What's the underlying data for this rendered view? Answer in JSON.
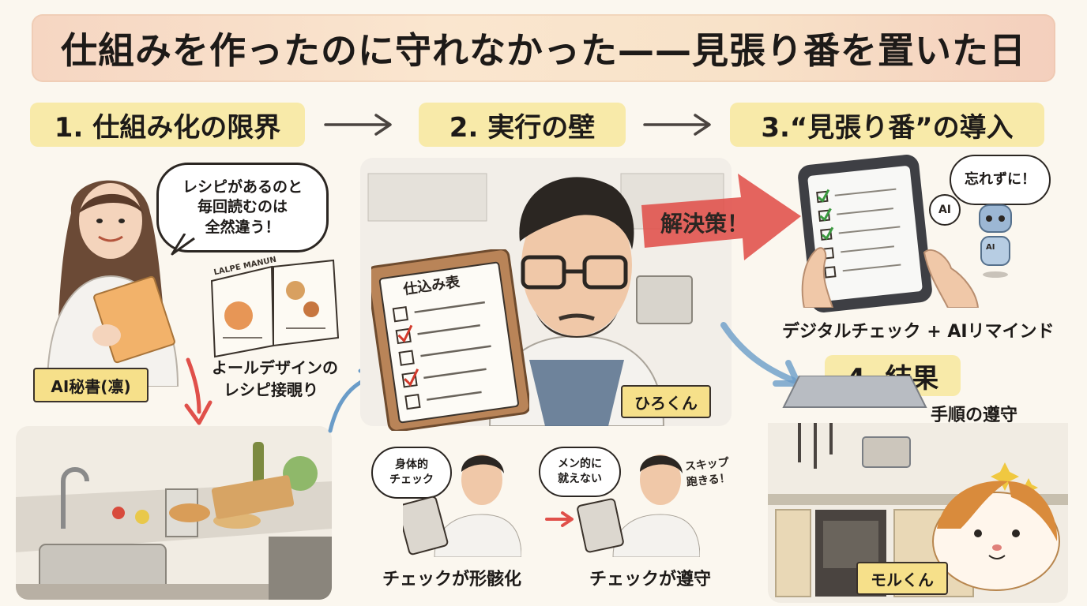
{
  "title": "仕組みを作ったのに守れなかった——見張り番を置いた日",
  "steps": [
    {
      "label": "1. 仕組み化の限界"
    },
    {
      "label": "2. 実行の壁"
    },
    {
      "label": "3.“見張り番”の導入"
    },
    {
      "label": "4. 結果"
    }
  ],
  "panel1": {
    "speech_lines": [
      "レシピがあるのと",
      "毎回読むのは",
      "全然違う！"
    ],
    "person_tag": "AI秘書(凛)",
    "book_caption_lines": [
      "よールデザインの",
      "レシピ接覗り"
    ],
    "book_title": "LALPE MANUN"
  },
  "panel2": {
    "clipboard_title": "仕込み表",
    "person_tag": "ひろくん",
    "small_left_bubble_lines": [
      "身体的",
      "チェック"
    ],
    "small_right_bubble_lines": [
      "メン的に",
      "就えない"
    ],
    "side_note_lines": [
      "スキップ",
      "跑きる！"
    ],
    "caption_left": "チェックが形骸化",
    "caption_right": "チェックが遵守"
  },
  "panel3": {
    "arrow_label": "解決策！",
    "speech": "忘れずに！",
    "ai_badge": "AI",
    "robot_badge": "AI",
    "caption": "デジタルチェック + AIリマインド"
  },
  "panel4": {
    "subtitle": "手順の遵守",
    "pet_tag": "モルくん"
  },
  "colors": {
    "banner": "#f8e0c8",
    "step_highlight": "#f8eaa9",
    "tag": "#f6e08a",
    "red_arrow": "#e0504a",
    "blue_arrow": "#6a9cc8",
    "check_red": "#d33a2c",
    "check_green": "#3c9a40"
  }
}
